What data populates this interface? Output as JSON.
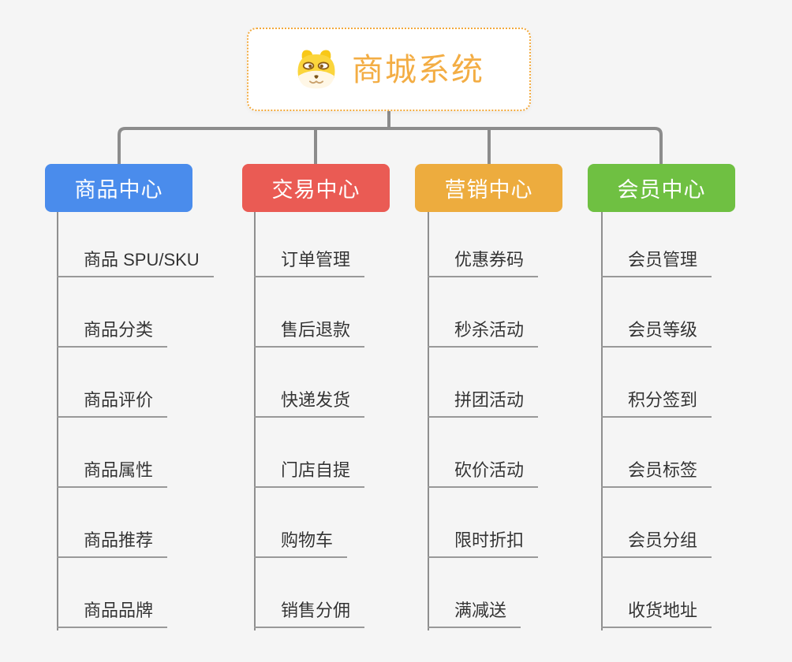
{
  "root": {
    "title": "商城系统",
    "icon": "doge-icon"
  },
  "colors": {
    "background": "#F5F5F5",
    "root_border": "#F2A93C",
    "root_text": "#F3AD44",
    "connector": "#8C8C8C",
    "leaf_line": "#999999",
    "leaf_text": "#333333"
  },
  "branches": [
    {
      "label": "商品中心",
      "color": "#4A8CEC",
      "items": [
        "商品 SPU/SKU",
        "商品分类",
        "商品评价",
        "商品属性",
        "商品推荐",
        "商品品牌"
      ]
    },
    {
      "label": "交易中心",
      "color": "#EA5B54",
      "items": [
        "订单管理",
        "售后退款",
        "快递发货",
        "门店自提",
        "购物车",
        "销售分佣"
      ]
    },
    {
      "label": "营销中心",
      "color": "#EDAC3E",
      "items": [
        "优惠券码",
        "秒杀活动",
        "拼团活动",
        "砍价活动",
        "限时折扣",
        "满减送"
      ]
    },
    {
      "label": "会员中心",
      "color": "#6FC042",
      "items": [
        "会员管理",
        "会员等级",
        "积分签到",
        "会员标签",
        "会员分组",
        "收货地址"
      ]
    }
  ]
}
